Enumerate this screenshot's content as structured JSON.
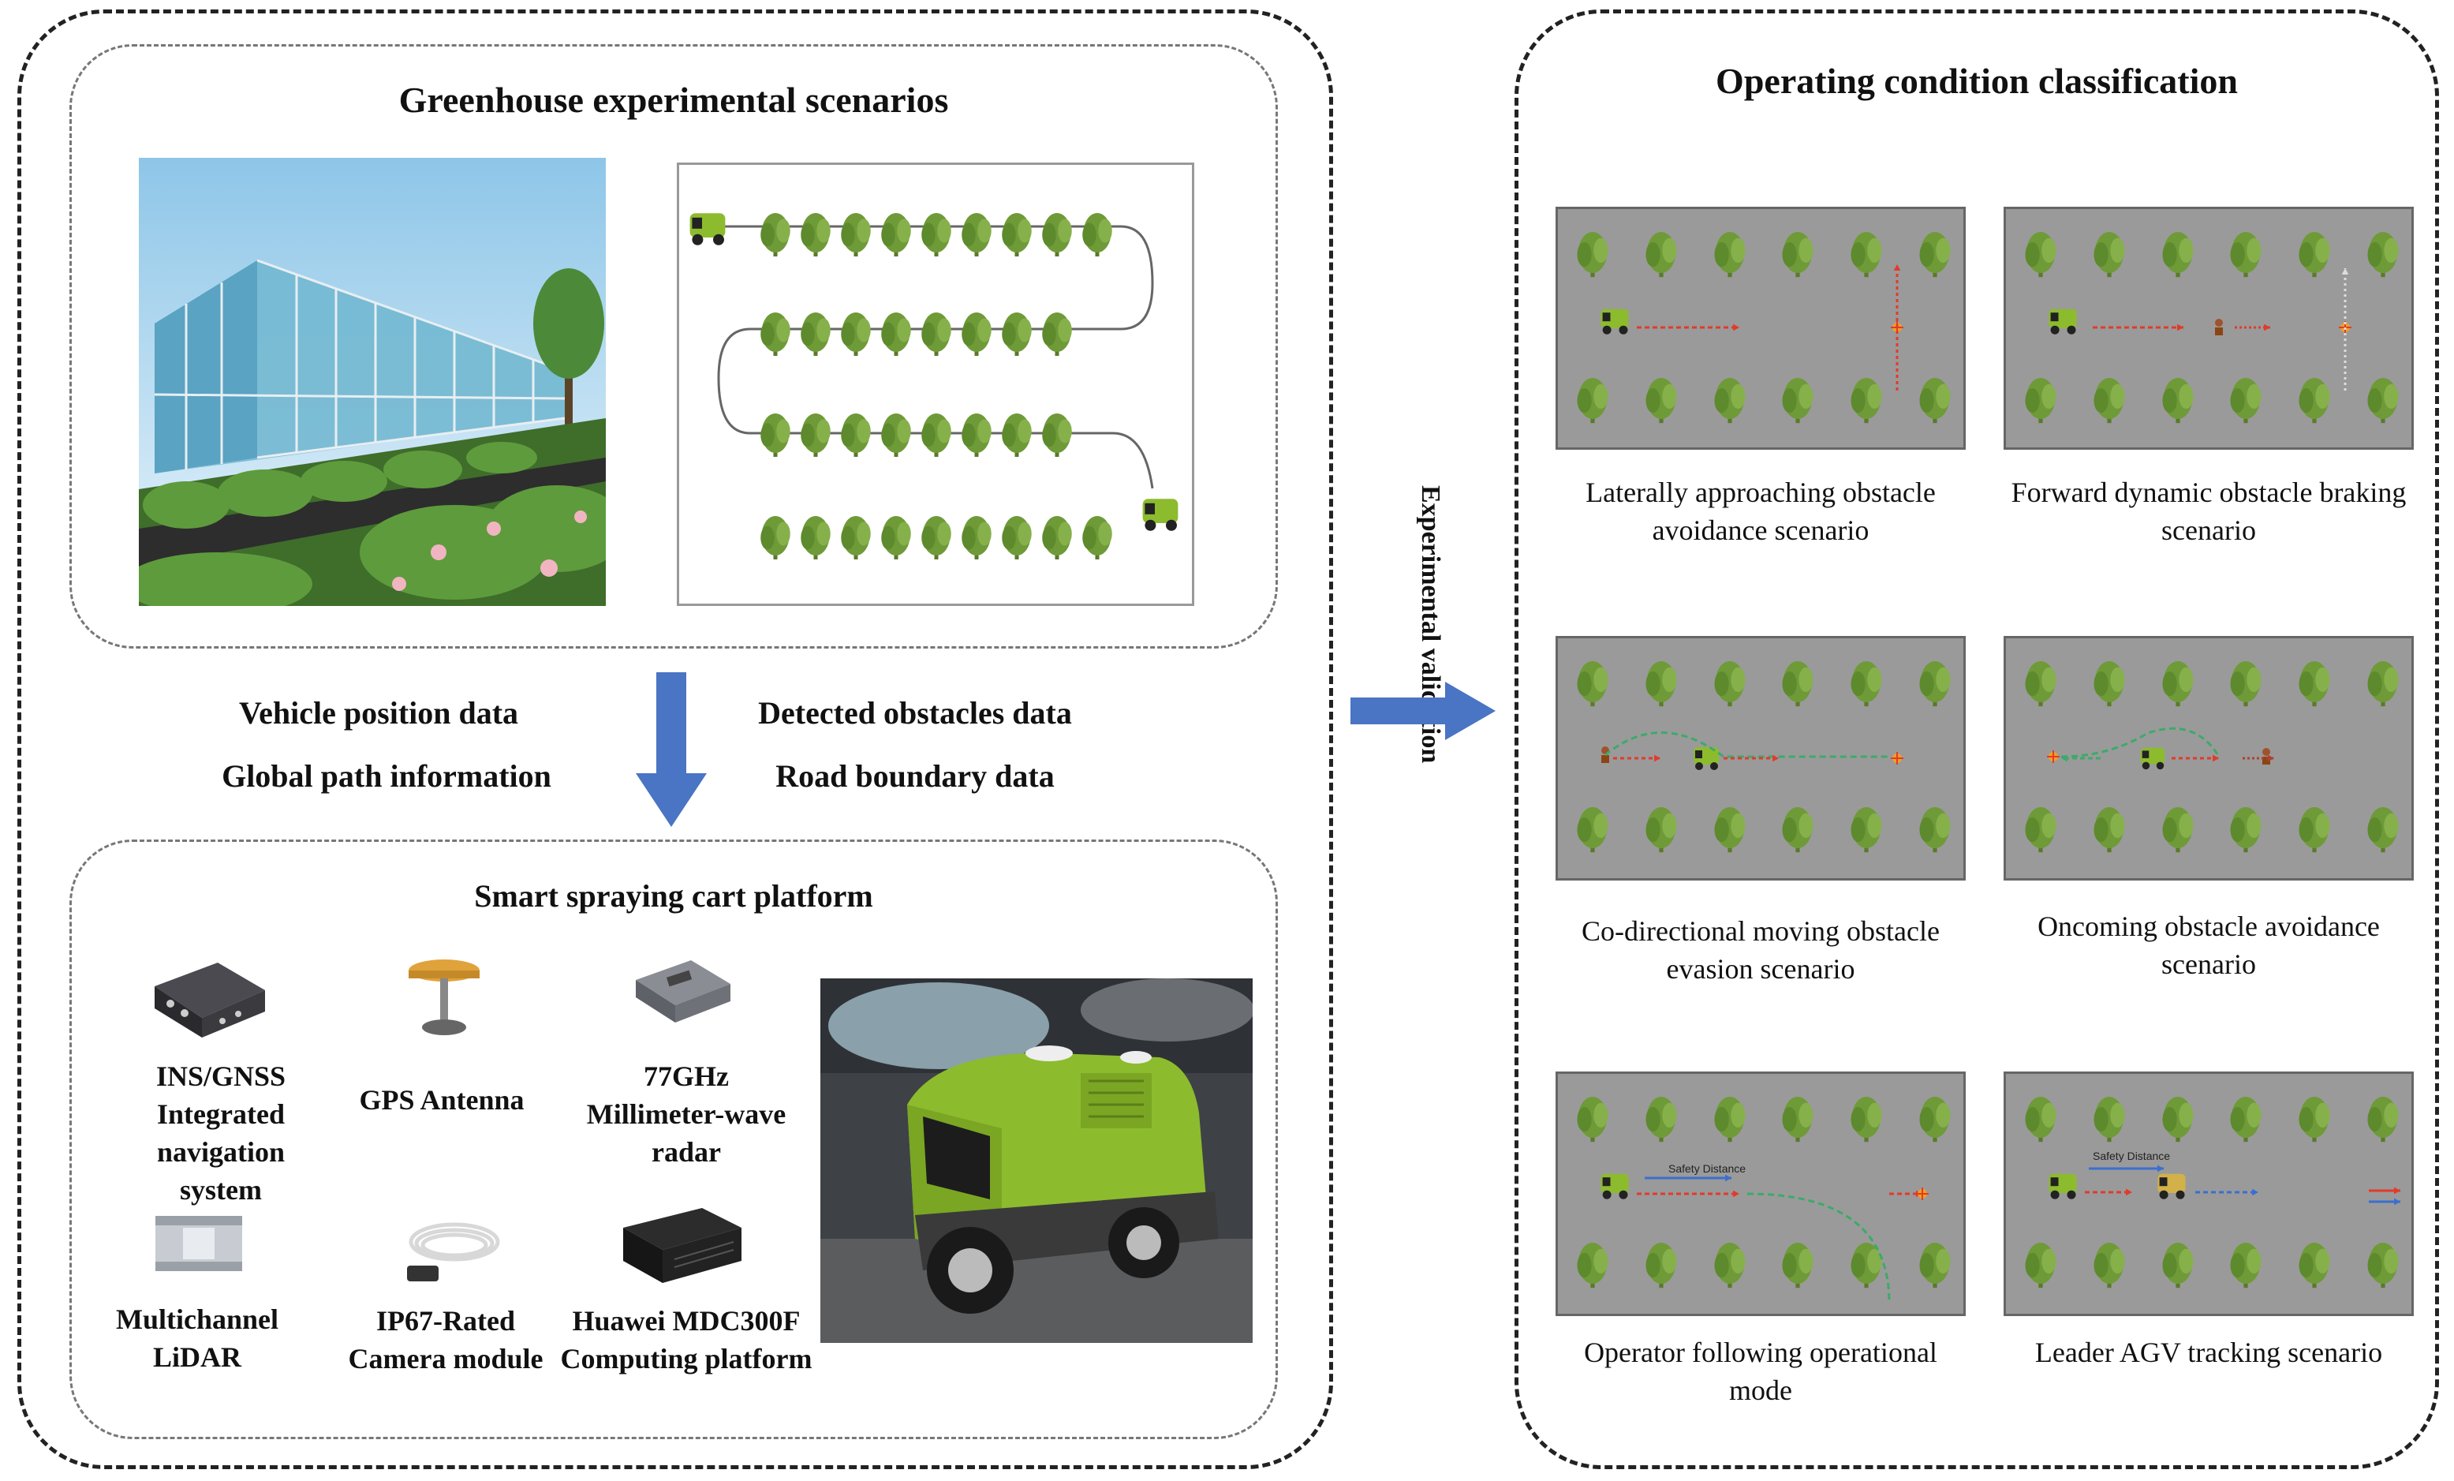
{
  "left_panel": {
    "greenhouse_title": "Greenhouse experimental scenarios",
    "data_labels": {
      "vehicle_position": "Vehicle position data",
      "global_path": "Global path information",
      "detected_obstacles": "Detected obstacles data",
      "road_boundary": "Road boundary data"
    },
    "platform_title": "Smart spraying cart platform",
    "devices": [
      {
        "name": "INS/GNSS Integrated navigation system",
        "icon": "ins-gnss-unit-icon"
      },
      {
        "name": "GPS Antenna",
        "icon": "gps-antenna-icon"
      },
      {
        "name": "77GHz Millimeter-wave radar",
        "icon": "radar-icon"
      },
      {
        "name": "Multichannel LiDAR",
        "icon": "lidar-icon"
      },
      {
        "name": "IP67-Rated Camera module",
        "icon": "camera-cable-icon"
      },
      {
        "name": "Huawei MDC300F Computing platform",
        "icon": "computing-box-icon"
      }
    ]
  },
  "middle": {
    "side_label": "Experimental validation",
    "arrow_color": "#4a74c4"
  },
  "right_panel": {
    "title": "Operating condition classification",
    "scenarios": [
      {
        "caption": "Laterally approaching obstacle avoidance scenario"
      },
      {
        "caption": "Forward dynamic obstacle braking scenario"
      },
      {
        "caption": "Co-directional moving obstacle evasion scenario"
      },
      {
        "caption": "Oncoming obstacle avoidance scenario"
      },
      {
        "caption": "Operator following operational mode",
        "annotation": "Safety Distance"
      },
      {
        "caption": "Leader AGV tracking scenario",
        "annotation": "Safety Distance"
      }
    ]
  },
  "colors": {
    "scene_bg": "#9a9a9a",
    "plant": "#6f9a38",
    "cart": "#8dbb2e",
    "path_red": "#e23a2a",
    "path_green": "#3caa6a",
    "path_blue": "#3a6fd0"
  }
}
